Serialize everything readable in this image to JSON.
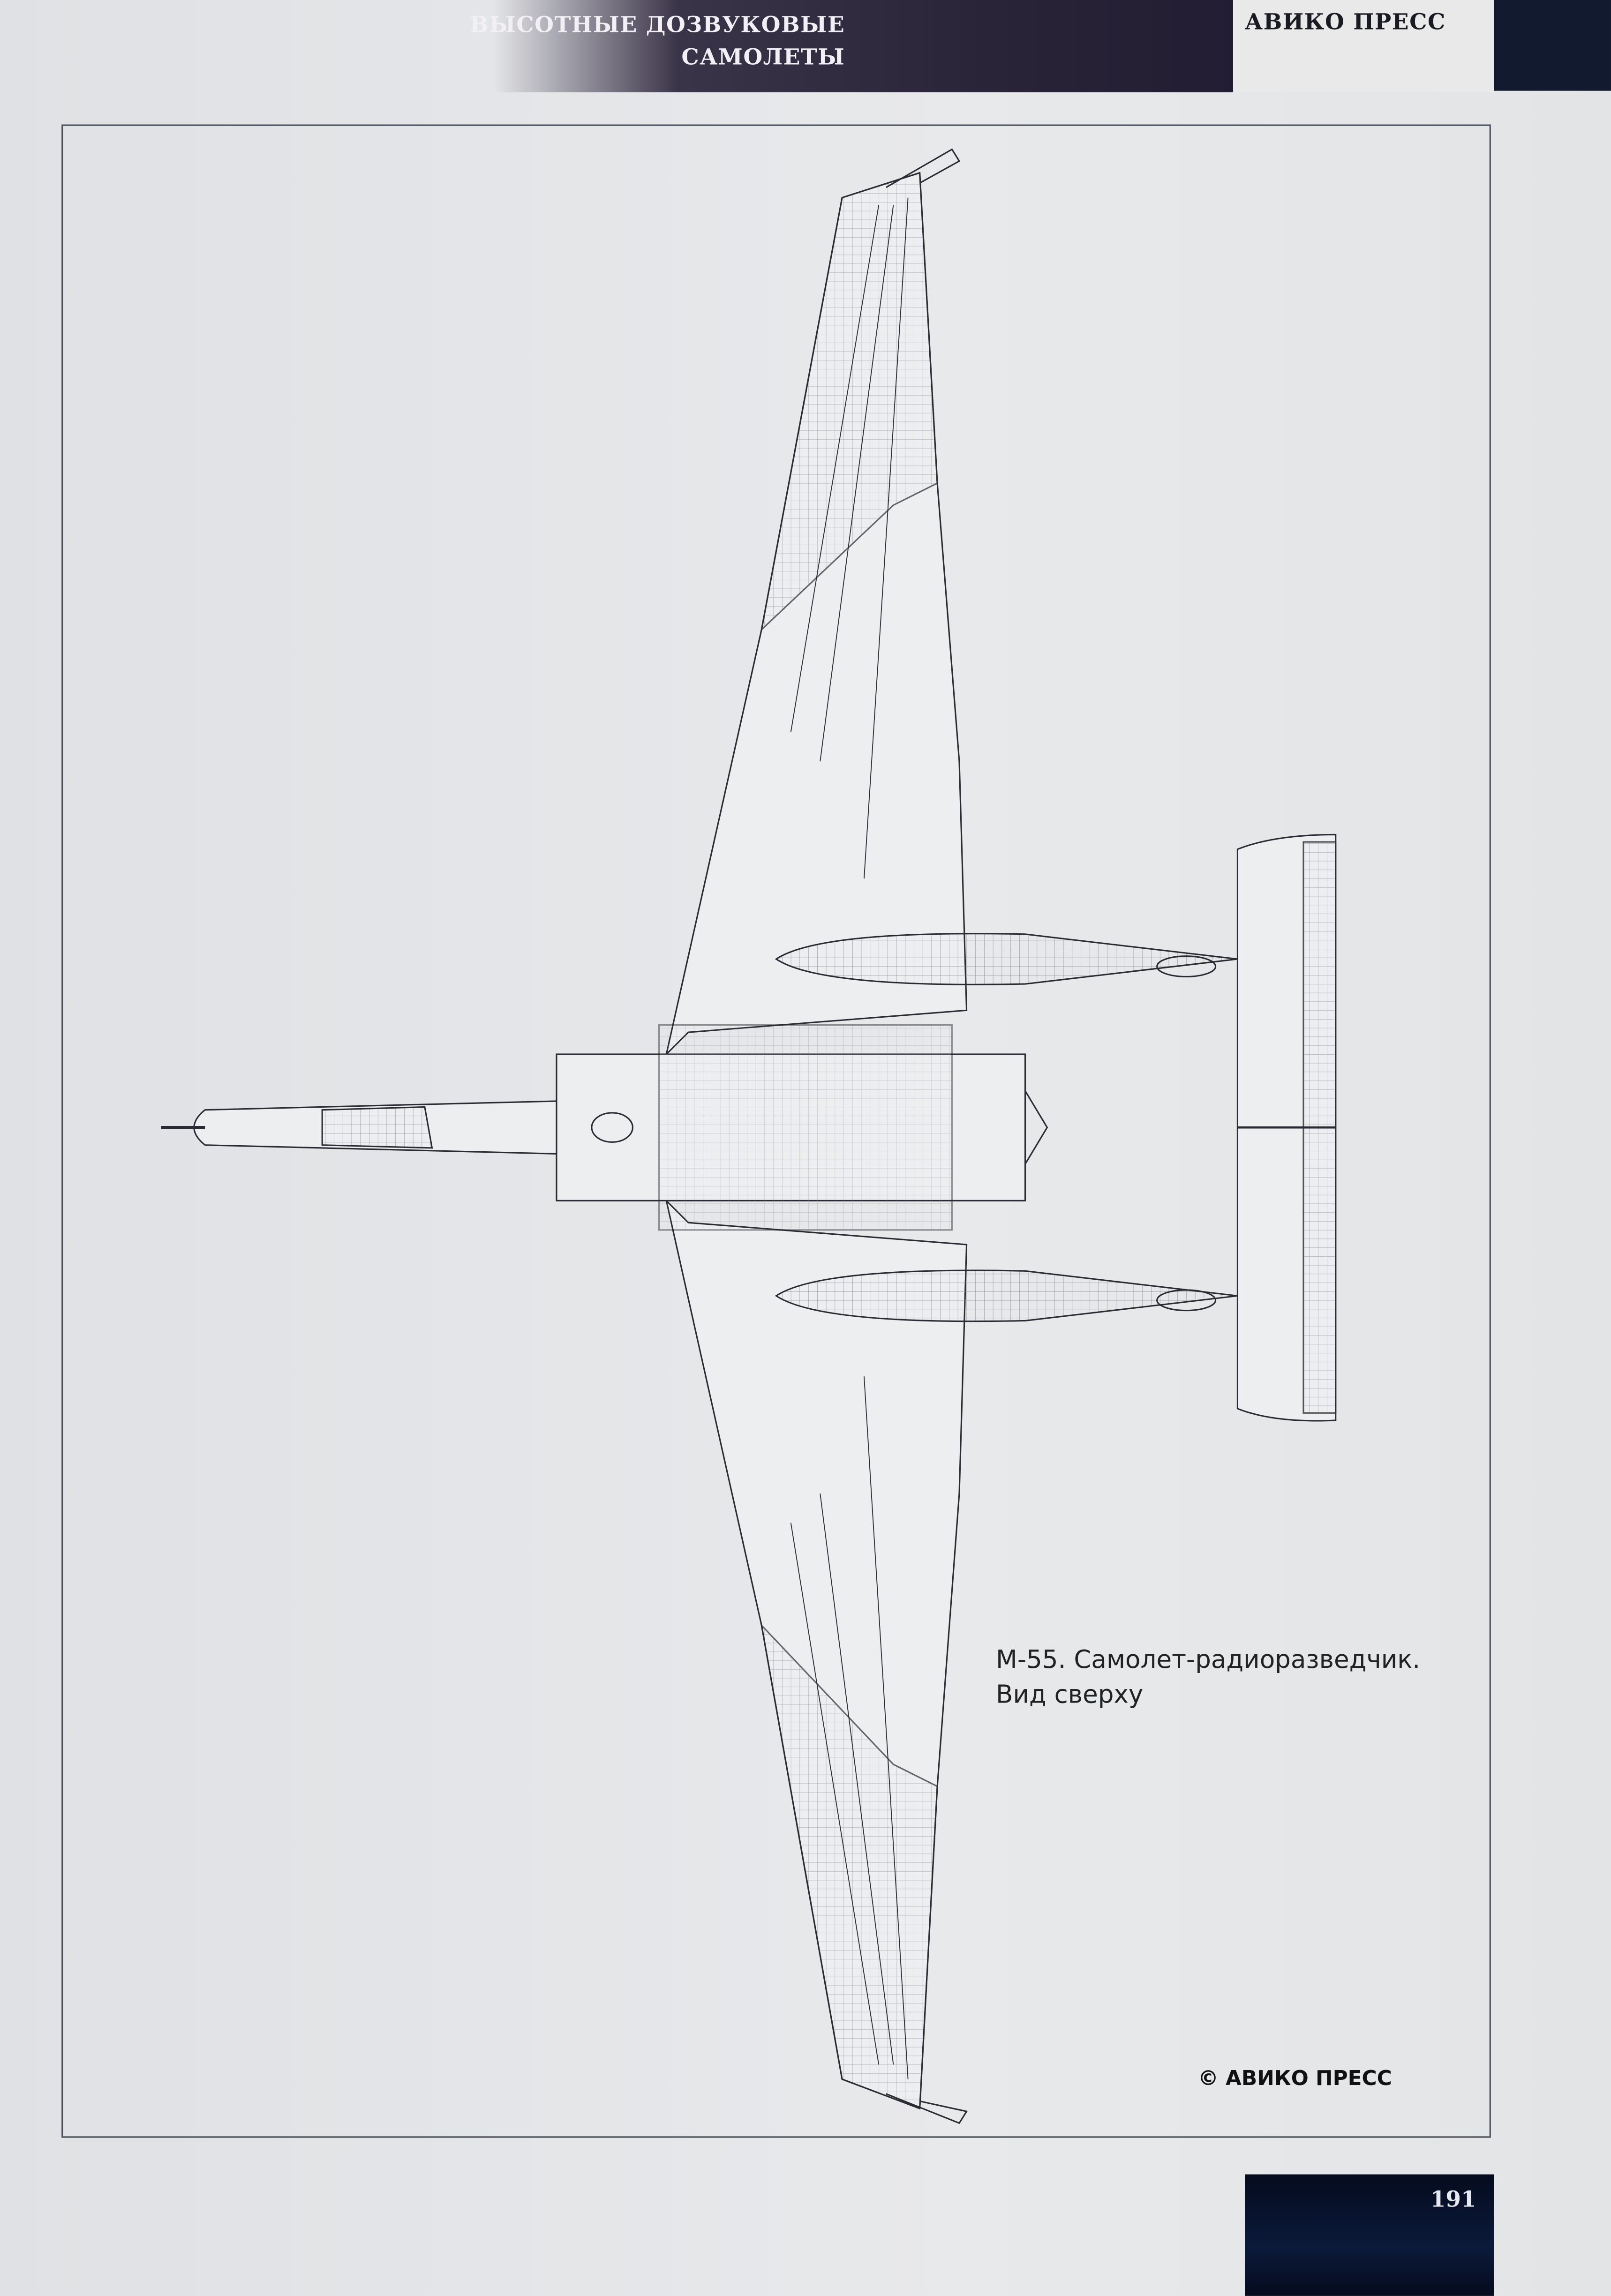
{
  "header": {
    "section_title_line1": "ВЫСОТНЫЕ ДОЗВУКОВЫЕ",
    "section_title_line2": "САМОЛЕТЫ",
    "publisher": "АВИКО ПРЕСС"
  },
  "figure": {
    "caption_line1": "М-55. Самолет-радиоразведчик.",
    "caption_line2": "Вид сверху",
    "copyright": "© АВИКО ПРЕСС"
  },
  "footer": {
    "page_number": "191"
  },
  "colors": {
    "header_dark": "#2a2438",
    "page_box": "#0b1a3a",
    "line": "#2b2b33"
  }
}
